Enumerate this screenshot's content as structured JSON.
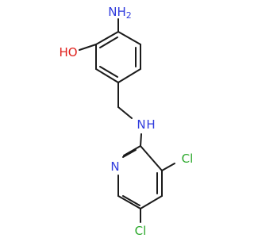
{
  "molecule": {
    "atom_labels": {
      "nh2": "NH2",
      "oh": "HO",
      "amine_n": "N",
      "amine_h": "H",
      "pyridine_n": "N",
      "cl_upper": "Cl",
      "cl_lower": "Cl"
    },
    "colors": {
      "bond": "#1a1a1a",
      "nitrogen": "#2f3bdd",
      "oxygen": "#e0201c",
      "chlorine": "#2aa82a"
    }
  }
}
